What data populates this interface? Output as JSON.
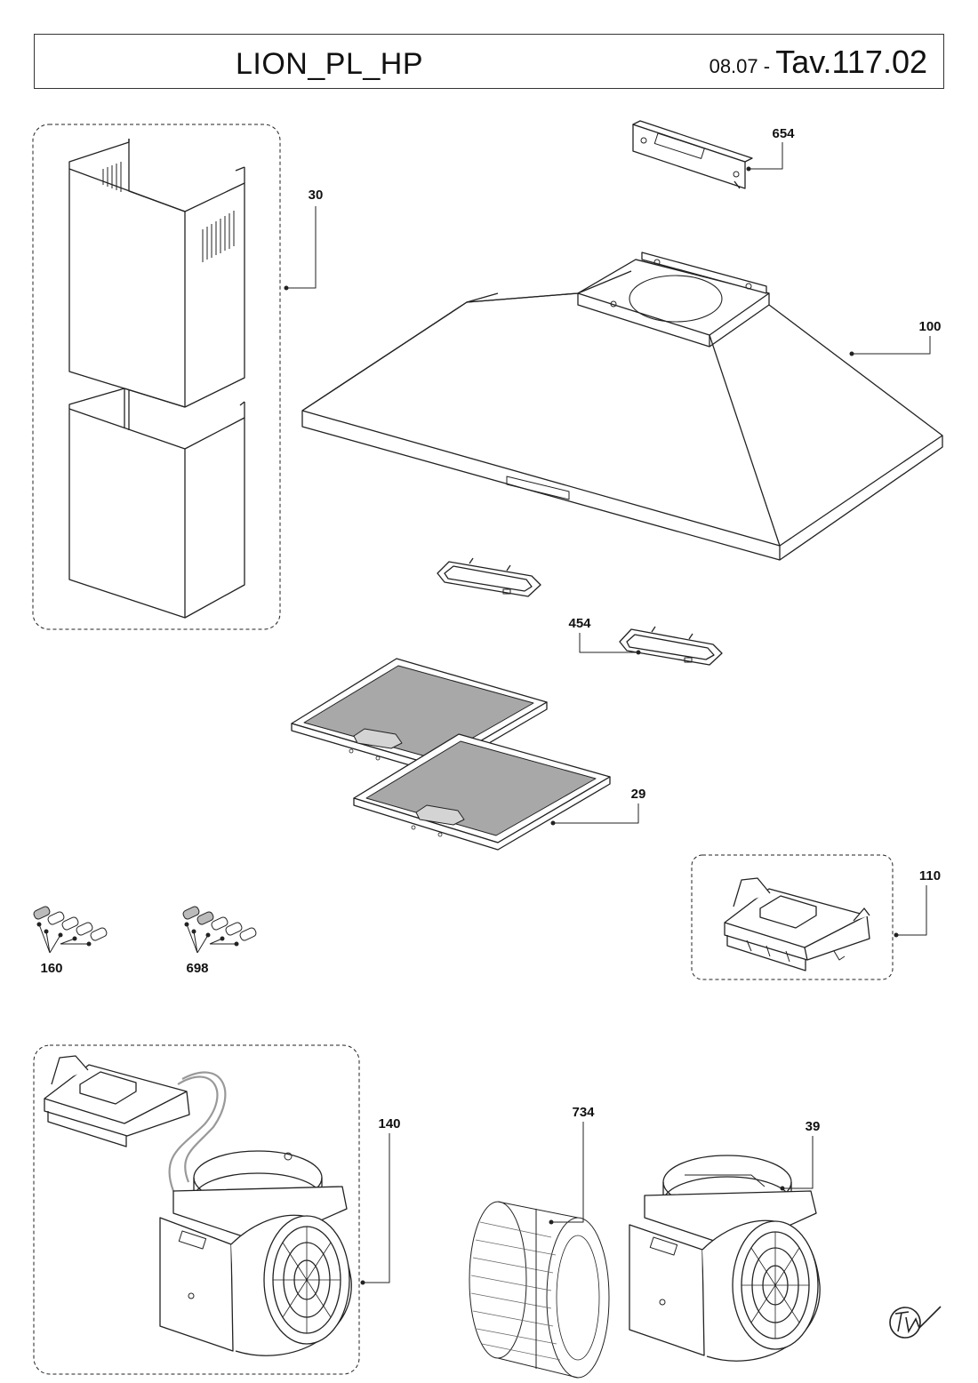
{
  "header": {
    "model": "LION_PL_HP",
    "date": "08.07",
    "separator": " - ",
    "table": "Tav.117.02"
  },
  "callouts": {
    "c30": "30",
    "c654": "654",
    "c100": "100",
    "c454": "454",
    "c29": "29",
    "c110": "110",
    "c160": "160",
    "c698": "698",
    "c140": "140",
    "c734": "734",
    "c39": "39"
  },
  "colors": {
    "line": "#222222",
    "filter_mesh": "#a8a8a8",
    "filter_tab": "#d4d4d4"
  }
}
